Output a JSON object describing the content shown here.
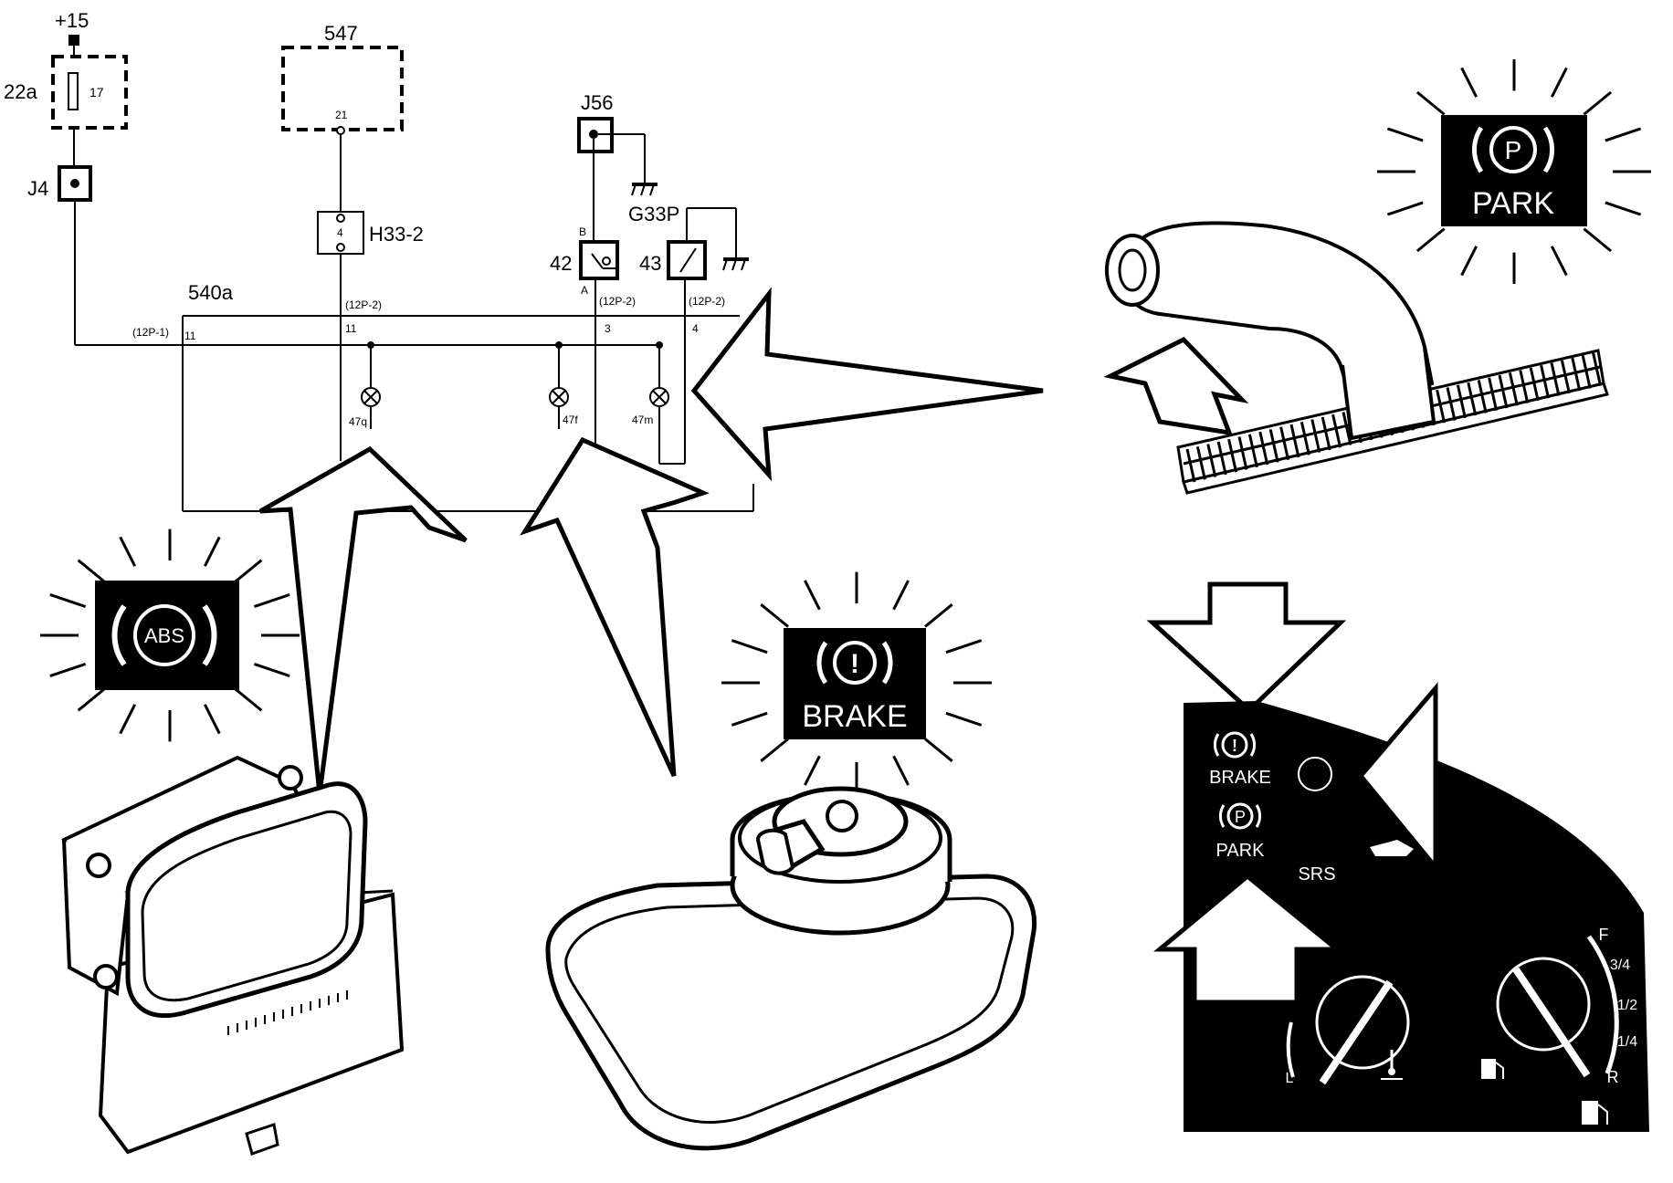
{
  "wiring": {
    "supply": "+15",
    "fuse_box": "22a",
    "fuse_number": "17",
    "junction_j4": "J4",
    "module_547": "547",
    "module_pin": "21",
    "connector_h33": "H33-2",
    "connector_h33_pin": "4",
    "junction_j56": "J56",
    "ground": "G33P",
    "switch_42": "42",
    "switch_43": "43",
    "switch_pin_b": "B",
    "switch_pin_a": "A",
    "harness": "540a",
    "conn_12p1": "(12P-1)",
    "conn_12p2_a": "(12P-2)",
    "conn_12p2_b": "(12P-2)",
    "conn_12p2_c": "(12P-2)",
    "pin_11_a": "11",
    "pin_11_b": "11",
    "pin_3": "3",
    "pin_4": "4",
    "lamp_47q": "47q",
    "lamp_47f": "47f",
    "lamp_47m": "47m"
  },
  "warning_lights": {
    "abs": "ABS",
    "park_symbol": "P",
    "park": "PARK",
    "brake_symbol": "!",
    "brake": "BRAKE"
  },
  "instrument_cluster": {
    "brake_symbol": "!",
    "brake": "BRAKE",
    "park_symbol": "P",
    "park": "PARK",
    "srs": "SRS",
    "temp_low": "L",
    "fuel_f": "F",
    "fuel_three_quarter": "3/4",
    "fuel_half": "1/2",
    "fuel_quarter": "1/4",
    "fuel_r": "R"
  },
  "colors": {
    "ink": "#000000",
    "paper": "#ffffff"
  }
}
